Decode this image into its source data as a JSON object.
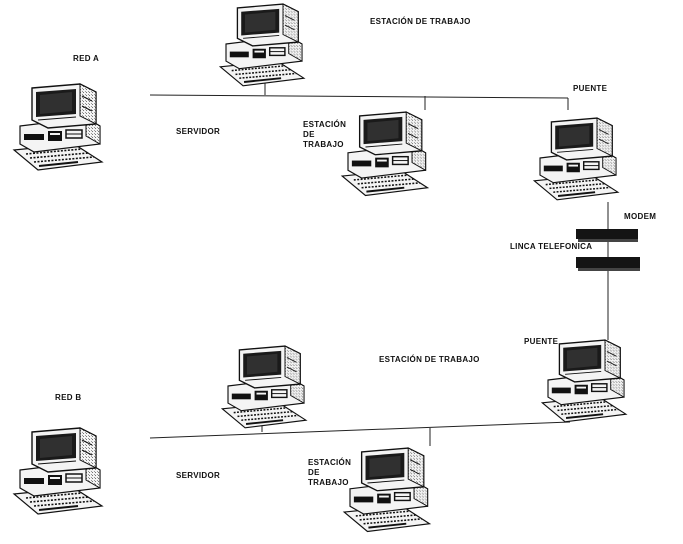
{
  "colors": {
    "ink": "#111111",
    "screen": "#1a1a1a",
    "casing": "#f4f4f4",
    "shade": "#8a8a8a",
    "modem": "#141414"
  },
  "icons": {
    "computer": "desktop-computer-icon",
    "modem": "modem-icon"
  },
  "network_a": {
    "title": "RED  A",
    "workstation_top": "ESTACIÓN DE TRABAJO",
    "server": "SERVIDOR",
    "workstation_mid": [
      "ESTACIÓN",
      "DE",
      "TRABAJO"
    ],
    "bridge": "PUENTE"
  },
  "link": {
    "modem": "MODEM",
    "phone_line": "LINCA TELEFONICA"
  },
  "network_b": {
    "bridge": "PUENTE",
    "title": "RED  B",
    "workstation_top": "ESTACIÓN DE TRABAJO",
    "server": "SERVIDOR",
    "workstation_mid": [
      "ESTACIÓN",
      "DE",
      "TRABAJO"
    ]
  }
}
